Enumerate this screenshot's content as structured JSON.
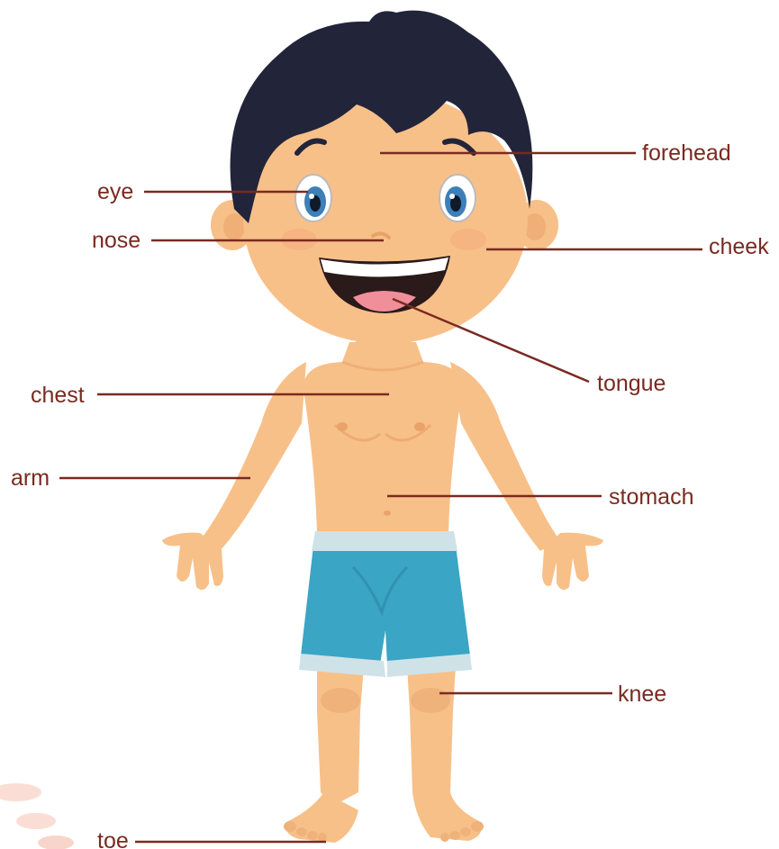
{
  "colors": {
    "label": "#7a2a20",
    "leader_line": "#7a2a20",
    "skin": "#f7c089",
    "skin_shade": "#e9a36a",
    "hair": "#22243a",
    "shorts": "#3aa5c4",
    "shorts_band": "#cfe2e8",
    "mouth": "#2a1a1a",
    "tongue": "#f08f9a",
    "iris": "#3d7fb8"
  },
  "labels": {
    "forehead": "forehead",
    "eye": "eye",
    "nose": "nose",
    "cheek": "cheek",
    "tongue": "tongue",
    "chest": "chest",
    "arm": "arm",
    "stomach": "stomach",
    "knee": "knee",
    "toe": "toe"
  }
}
